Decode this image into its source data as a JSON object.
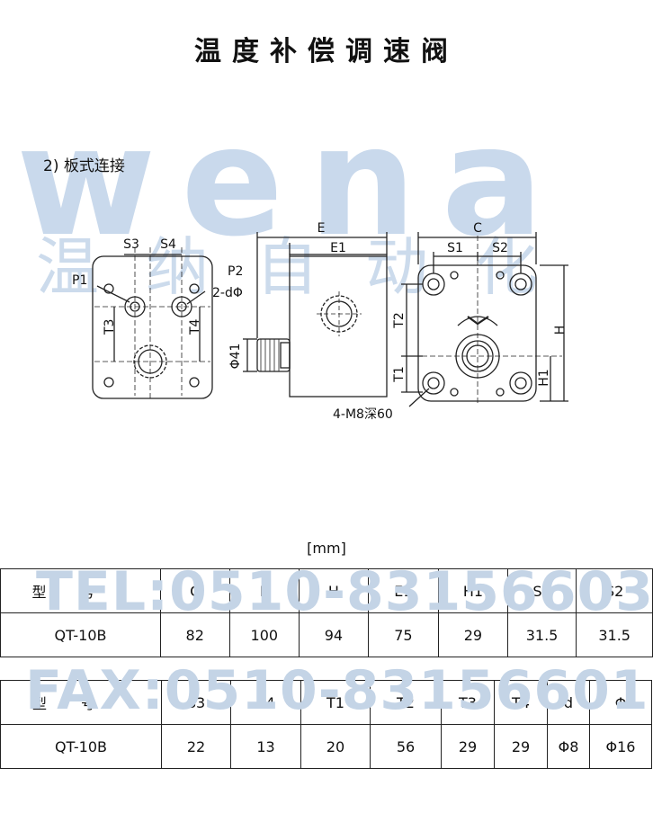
{
  "title": "温度补偿调速阀",
  "section": "2) 板式连接",
  "watermark": {
    "brand": "wena",
    "cn": "温纳自动化",
    "tel": "TEL:0510-83156603",
    "fax": "FAX:0510-83156601"
  },
  "drawing_labels": {
    "s3": "S3",
    "s4": "S4",
    "p1": "P1",
    "p2": "P2",
    "two_d_phi": "2-dΦ",
    "t3": "T3",
    "t4": "T4",
    "e": "E",
    "e1": "E1",
    "phi41": "Φ41",
    "c": "C",
    "s1": "S1",
    "s2": "S2",
    "t2": "T2",
    "t1": "T1",
    "h": "H",
    "h1": "H1",
    "thread": "4-M8深60"
  },
  "unit": "[mm]",
  "table1": {
    "header_label": "型号",
    "headers": [
      "C",
      "E",
      "H",
      "E1",
      "H1",
      "S1",
      "S2"
    ],
    "row_model": "QT-10B",
    "values": [
      "82",
      "100",
      "94",
      "75",
      "29",
      "31.5",
      "31.5"
    ]
  },
  "table2": {
    "header_label": "型号",
    "headers": [
      "S3",
      "S4",
      "T1",
      "T2",
      "T3",
      "T4",
      "d",
      "Φ"
    ],
    "row_model": "QT-10B",
    "values": [
      "22",
      "13",
      "20",
      "56",
      "29",
      "29",
      "Φ8",
      "Φ16"
    ]
  }
}
